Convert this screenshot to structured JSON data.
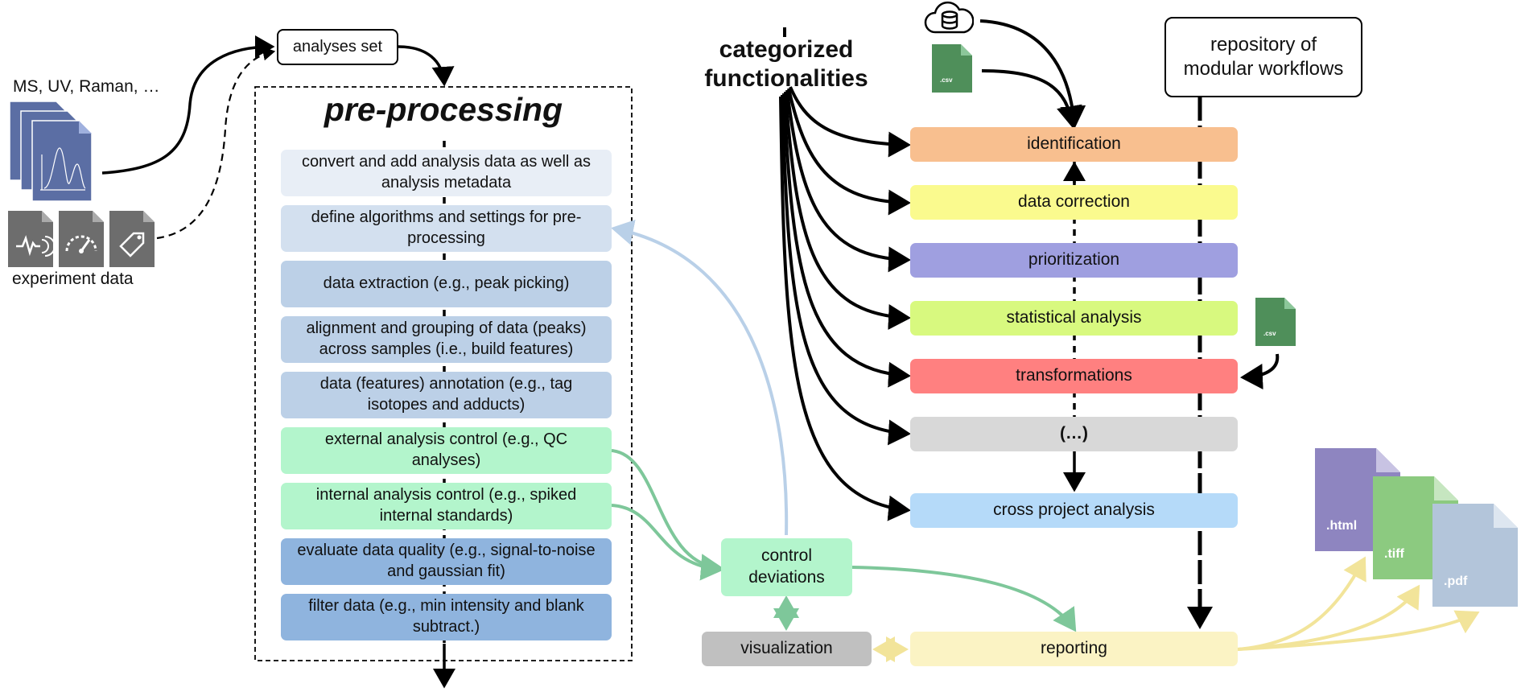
{
  "inputs": {
    "spectra_label": "MS, UV, Raman, …",
    "experiment_label": "experiment data",
    "analyses_set": "analyses set"
  },
  "preprocessing": {
    "title": "pre-processing",
    "steps": [
      {
        "text": "convert and add analysis data as well as analysis metadata",
        "color": "#e8eef6"
      },
      {
        "text": "define algorithms and settings for pre-processing",
        "color": "#d3e0ef"
      },
      {
        "text": "data extraction (e.g., peak picking)",
        "color": "#bcd0e7"
      },
      {
        "text": "alignment and grouping of data (peaks) across samples (i.e., build features)",
        "color": "#bcd0e7"
      },
      {
        "text": "data (features) annotation (e.g., tag isotopes and adducts)",
        "color": "#bcd0e7"
      },
      {
        "text": "external analysis control (e.g., QC analyses)",
        "color": "#b3f5cc"
      },
      {
        "text": "internal analysis control (e.g., spiked internal standards)",
        "color": "#b3f5cc"
      },
      {
        "text": "evaluate data quality (e.g., signal-to-noise and gaussian fit)",
        "color": "#8fb4de"
      },
      {
        "text": "filter data (e.g., min intensity and blank subtract.)",
        "color": "#8fb4de"
      }
    ]
  },
  "control": {
    "text": "control deviations",
    "color": "#b3f5cc"
  },
  "visualization": {
    "text": "visualization",
    "color": "#c0c0c0"
  },
  "reporting": {
    "text": "reporting",
    "color": "#fbf3c4"
  },
  "categorized": {
    "title": "categorized functionalities"
  },
  "repository": {
    "title": "repository of modular workflows"
  },
  "functionalities": [
    {
      "text": "identification",
      "color": "#f8bf8f"
    },
    {
      "text": "data correction",
      "color": "#fafa8e"
    },
    {
      "text": "prioritization",
      "color": "#9f9fe0"
    },
    {
      "text": "statistical analysis",
      "color": "#d8f97f"
    },
    {
      "text": "transformations",
      "color": "#ff8080"
    },
    {
      "text": "(…)",
      "color": "#d8d8d8"
    },
    {
      "text": "cross project analysis",
      "color": "#b5daf9"
    }
  ],
  "files": {
    "csv": ".csv",
    "html": ".html",
    "tiff": ".tiff",
    "pdf": ".pdf"
  },
  "colors": {
    "arrow_black": "#000000",
    "arrow_green": "#7ec79a",
    "arrow_lightblue": "#b9d0e8",
    "arrow_yellow": "#f2e49a",
    "doc_blue": "#5b6ea4",
    "doc_gray": "#6d6d6d",
    "csv_green": "#4f8f5a"
  }
}
